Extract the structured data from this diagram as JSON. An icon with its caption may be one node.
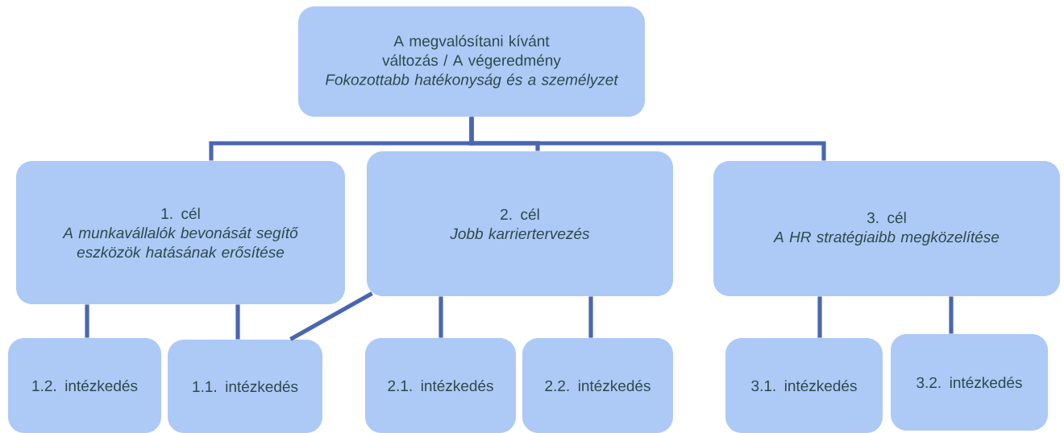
{
  "diagram": {
    "nodes": [
      {
        "text": [
          "A megvalósítani kívánt változás / A végeredmény",
          "Fokozottabb hatékonyság és a személyzet"
        ]
      },
      {
        "text": [
          "1. cél",
          "A munkavállalók bevonását segítő eszközök hatásának erősítése"
        ]
      },
      {
        "text": [
          "2. cél",
          "Jobb karriertervezés"
        ]
      },
      {
        "text": [
          "3. cél",
          "A HR stratégiaibb megközelítése"
        ]
      },
      {
        "text": [
          "1.2. intézkedés"
        ]
      },
      {
        "text": [
          "1.1. intézkedés"
        ]
      },
      {
        "text": [
          "2.1. intézkedés"
        ]
      },
      {
        "text": [
          "2.2. intézkedés"
        ]
      },
      {
        "text": [
          "3.1. intézkedés"
        ]
      },
      {
        "text": [
          "3.2. intézkedés"
        ]
      }
    ],
    "edges": [
      {
        "from": 0,
        "to": 1,
        "arrow": "none"
      },
      {
        "from": 0,
        "to": 2,
        "arrow": "none"
      },
      {
        "from": 0,
        "to": 3,
        "arrow": "none"
      },
      {
        "from": 1,
        "to": 4,
        "arrow": "none"
      },
      {
        "from": 1,
        "to": 5,
        "arrow": "none"
      },
      {
        "from": 2,
        "to": 5,
        "arrow": "none"
      },
      {
        "from": 2,
        "to": 6,
        "arrow": "none"
      },
      {
        "from": 2,
        "to": 7,
        "arrow": "none"
      },
      {
        "from": 3,
        "to": 8,
        "arrow": "none"
      },
      {
        "from": 3,
        "to": 9,
        "arrow": "none"
      }
    ]
  }
}
